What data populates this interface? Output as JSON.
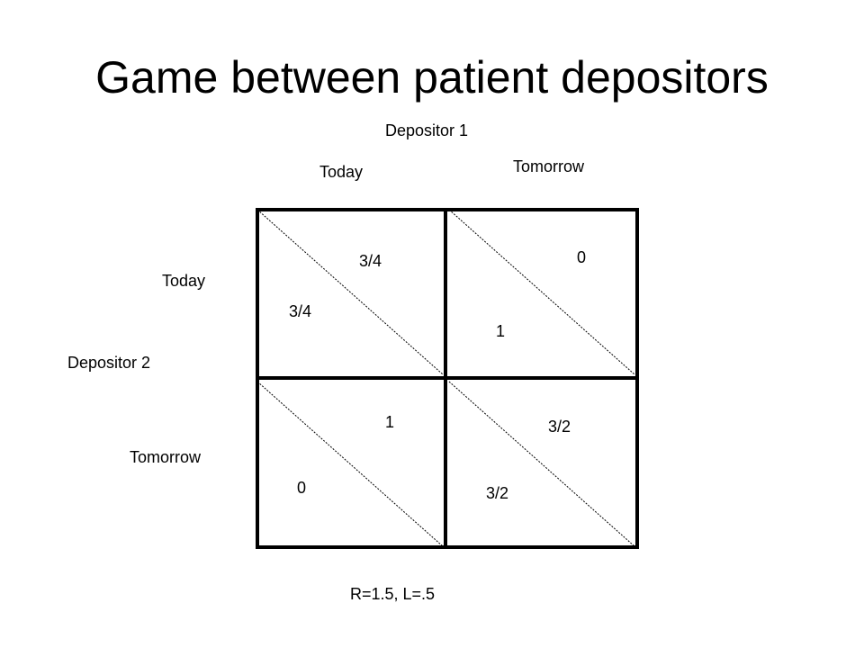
{
  "title": "Game between patient depositors",
  "player_col": "Depositor 1",
  "player_row": "Depositor 2",
  "col_labels": [
    "Today",
    "Tomorrow"
  ],
  "row_labels": [
    "Today",
    "Tomorrow"
  ],
  "cells": [
    [
      {
        "upper": "3/4",
        "lower": "3/4"
      },
      {
        "upper": "0",
        "lower": "1"
      }
    ],
    [
      {
        "upper": "1",
        "lower": "0"
      },
      {
        "upper": "3/2",
        "lower": "3/2"
      }
    ]
  ],
  "footnote": "R=1.5, L=.5"
}
